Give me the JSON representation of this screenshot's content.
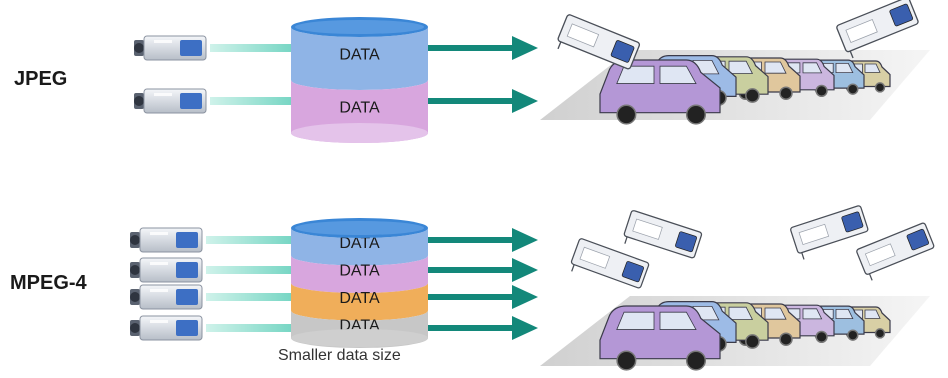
{
  "rows": [
    {
      "label": "JPEG",
      "cameras": 2,
      "bands": [
        {
          "label": "DATA",
          "color": "#8fb4e6"
        },
        {
          "label": "DATA",
          "color": "#d8a6de"
        }
      ],
      "view_cameras": 2
    },
    {
      "label": "MPEG-4",
      "cameras": 4,
      "bands": [
        {
          "label": "DATA",
          "color": "#8fb4e6"
        },
        {
          "label": "DATA",
          "color": "#d8a6de"
        },
        {
          "label": "DATA",
          "color": "#f0ae5a"
        },
        {
          "label": "DATA",
          "color": "#c7c7c7"
        }
      ],
      "view_cameras": 4,
      "caption": "Smaller data size"
    }
  ],
  "colors": {
    "link": "#9fe1d2",
    "arrow": "#13887a",
    "cylinder_top": "#3a86d6",
    "cylinder_bottom": "#cfd7e8",
    "car_body": "#b497d6",
    "car_secondary": "#8fb4e6",
    "ground": "#d9d9d9"
  }
}
